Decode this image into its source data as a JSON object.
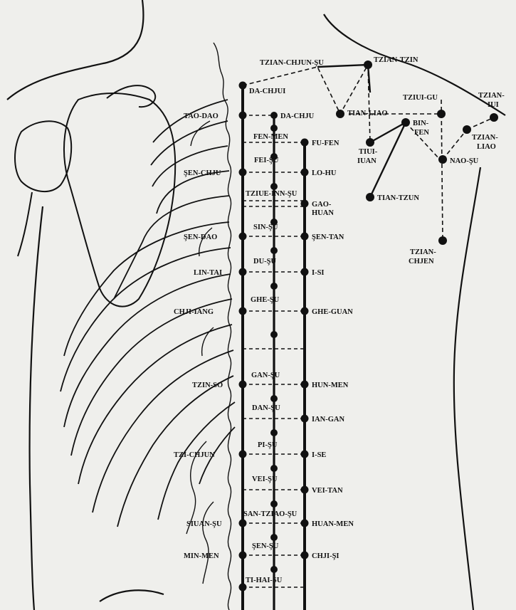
{
  "colors": {
    "ink": "#111111",
    "paper": "#efefec",
    "muted": "#8a8a88"
  },
  "points": {
    "dachjui": "DA-CHJUI",
    "taodao": "TAO-DAO",
    "dachju": "DA-CHJU",
    "fenmen": "FEN-MEN",
    "fufen": "FU-FEN",
    "feisu": "FEI-ŞU",
    "lohu": "LO-HU",
    "senchju": "ŞEN-CHJU",
    "tziueinnsu": "TZIUE-INN-ŞU",
    "gaohuan1": "GAO-",
    "gaohuan2": "HUAN",
    "sinsu": "SIN-ŞU",
    "sendao": "ŞEN-DAO",
    "sentan": "ŞEN-TAN",
    "dusu": "DU-ŞU",
    "lintai": "LIN-TAI",
    "isi": "I-SI",
    "ghesu": "GHE-ŞU",
    "chjiiang": "CHJI-IANG",
    "gheguan": "GHE-GUAN",
    "gansu": "GAN-ŞU",
    "tzinso": "TZIN-SO",
    "hunmen": "HUN-MEN",
    "dansu": "DAN-ŞU",
    "iangan": "IAN-GAN",
    "pisu": "PI-ŞU",
    "tzichjun": "TZI-CHJUN",
    "ise": "I-SE",
    "veisu": "VEI-ŞU",
    "veitan": "VEI-TAN",
    "santziaosu": "SAN-TZIAO-ŞU",
    "siuansu": "SIUAN-ŞU",
    "huanmen": "HUAN-MEN",
    "sensu": "ŞEN-ŞU",
    "minmen": "MIN-MEN",
    "chjisi": "CHJI-ŞI",
    "tihaisu": "TI-HAI-SU",
    "tzianchjunsu": "TZIAN-CHJUN-ŞU",
    "tziantzin": "TZIAN-TZIN",
    "tianliao": "TIAN-LIAO",
    "tziuigu": "TZIUI-GU",
    "tzianiui1": "TZIAN-",
    "tzianiui2": "IUI",
    "binfen1": "BIN-",
    "binfen2": "FEN",
    "tzianliao1": "TZIAN-",
    "tzianliao2": "LIAO",
    "tiuiiuan1": "TIUI-",
    "tiuiiuan2": "IUAN",
    "naosu": "NAO-ŞU",
    "tiantzun": "TIAN-TZUN",
    "tzianchjen1": "TZIAN-",
    "tzianchjen2": "CHJEN"
  }
}
